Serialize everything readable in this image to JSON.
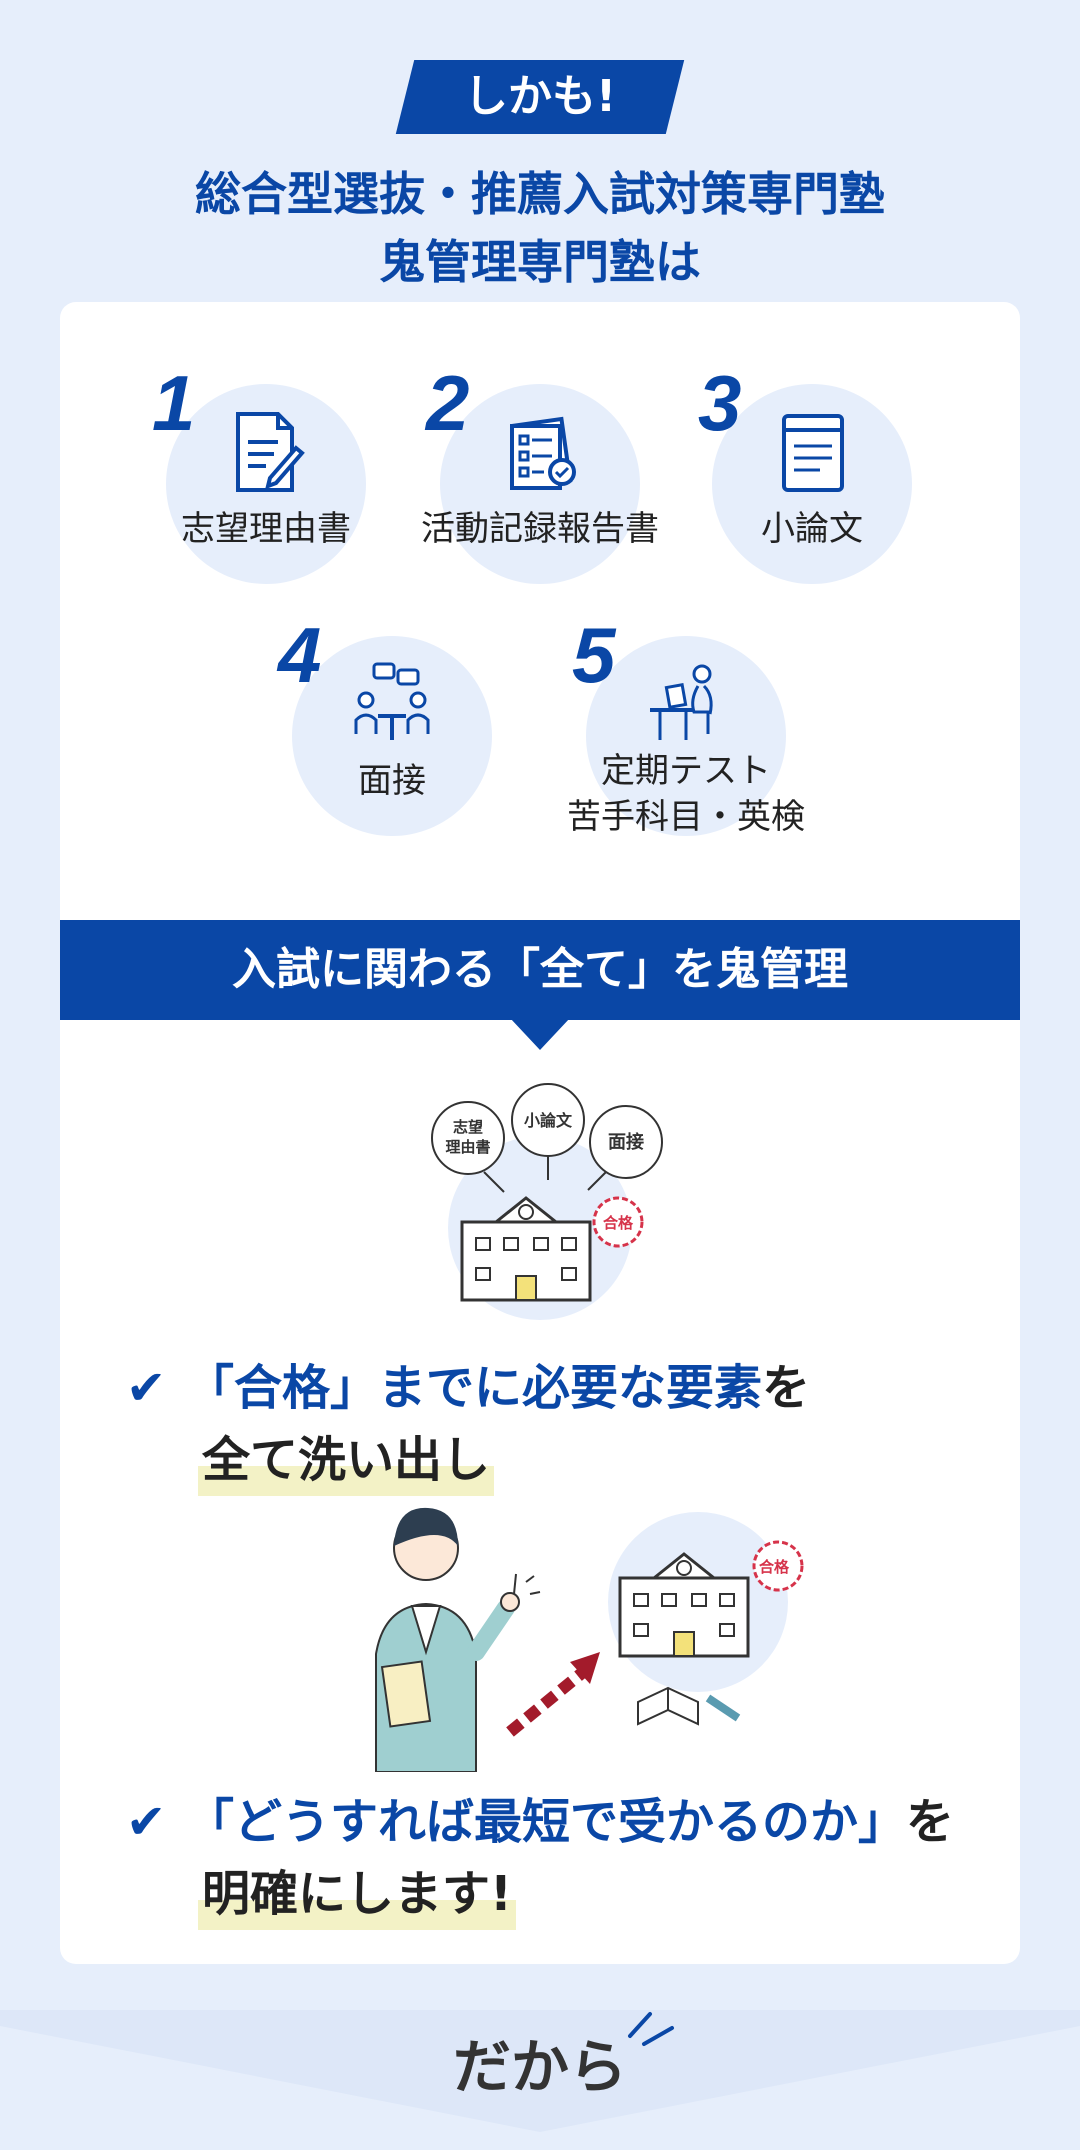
{
  "badge": "しかも!",
  "headline": {
    "line1": "総合型選抜・推薦入試対策専門塾",
    "line2": "鬼管理専門塾は"
  },
  "features": [
    {
      "num": "1",
      "label": "志望理由書",
      "icon": "document-pen-icon"
    },
    {
      "num": "2",
      "label": "活動記録報告書",
      "icon": "checklist-report-icon"
    },
    {
      "num": "3",
      "label": "小論文",
      "icon": "notebook-icon"
    },
    {
      "num": "4",
      "label": "面接",
      "icon": "interview-icon"
    },
    {
      "num": "5",
      "label_line1": "定期テスト",
      "label_line2": "苦手科目・英検",
      "icon": "desk-study-icon"
    }
  ],
  "banner": "入試に関わる「全て」を鬼管理",
  "illustration1": {
    "bubbles": [
      "志望理由書",
      "小論文",
      "面接"
    ],
    "stamp": "合格"
  },
  "check1": {
    "blue": "「合格」までに必要な要素",
    "dark": "を",
    "line2": "全て洗い出し"
  },
  "illustration2": {
    "stamp": "合格"
  },
  "check2": {
    "blue": "「どうすれば最短で受かるのか」",
    "dark": "を",
    "line2": "明確にします!"
  },
  "footer": "だから",
  "colors": {
    "primary": "#0a47a6",
    "background": "#e6eefb",
    "circle": "#e6eefb",
    "highlight": "#f3f2c6",
    "stamp": "#d6334a",
    "arrow": "#a31b2b"
  }
}
